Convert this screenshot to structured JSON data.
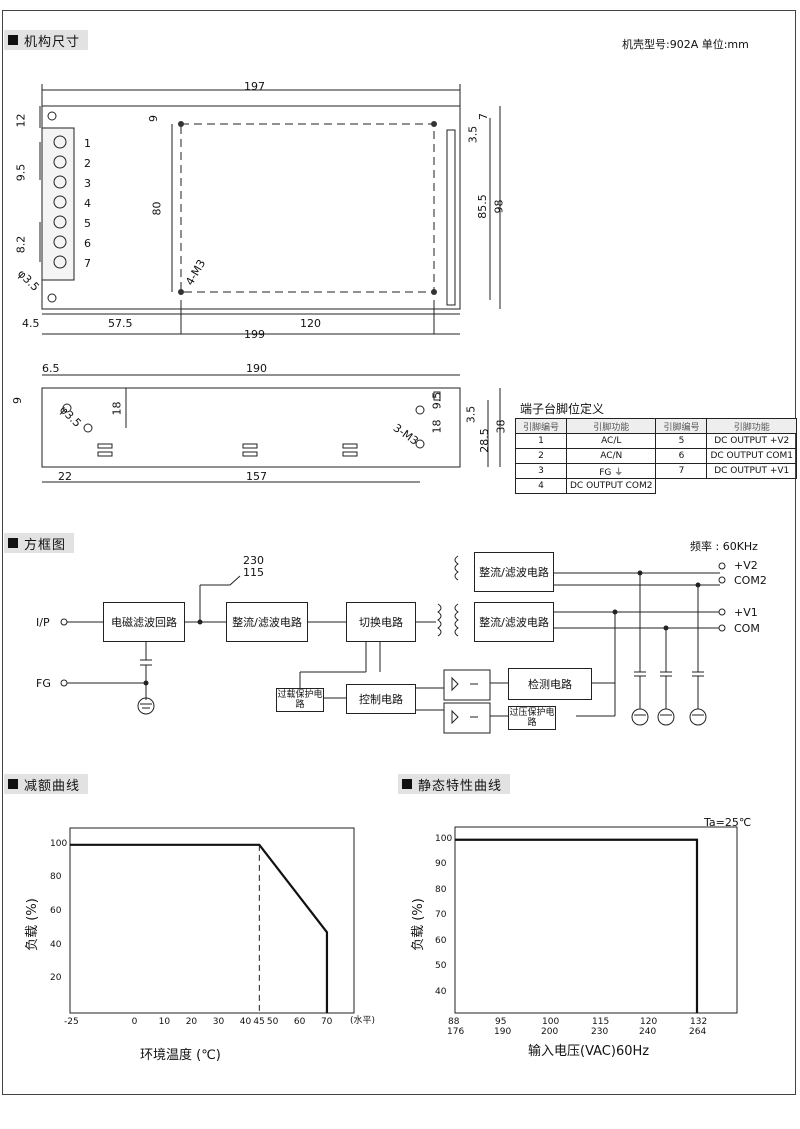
{
  "sections": {
    "mechanical": "机构尺寸",
    "block_diagram": "方框图",
    "derating": "减额曲线",
    "static": "静态特性曲线"
  },
  "case_info": "机壳型号:902A 单位:mm",
  "dims_top": {
    "width_197": "197",
    "left_12": "12",
    "top_9": "9",
    "pitch_9_5": "9.5",
    "h_80": "80",
    "pitch_8_2": "8.2",
    "hole_3_5": "φ3.5",
    "screw_4m3": "4-M3",
    "pins": [
      "1",
      "2",
      "3",
      "4",
      "5",
      "6",
      "7"
    ],
    "r_7": "7",
    "r_3_5": "3.5",
    "r_85_5": "85.5",
    "r_98": "98",
    "b_4_5": "4.5",
    "b_57_5": "57.5",
    "b_120": "120",
    "b_199": "199"
  },
  "dims_side": {
    "w_190": "190",
    "s_6_5": "6.5",
    "s_9": "9",
    "s_18": "18",
    "hole": "φ3.5",
    "screw": "3-M3",
    "r_9_5": "9.5",
    "r_18": "18",
    "r_3_5": "3.5",
    "r_28_5": "28.5",
    "r_38": "38",
    "b_22": "22",
    "b_157": "157"
  },
  "pin_table": {
    "title": "端子台脚位定义",
    "headers": [
      "引脚编号",
      "引脚功能",
      "引脚编号",
      "引脚功能"
    ],
    "rows": [
      [
        "1",
        "AC/L",
        "5",
        "DC OUTPUT +V2"
      ],
      [
        "2",
        "AC/N",
        "6",
        "DC OUTPUT COM1"
      ],
      [
        "3",
        "FG ⏚",
        "7",
        "DC OUTPUT +V1"
      ],
      [
        "4",
        "DC OUTPUT COM2",
        "",
        ""
      ]
    ]
  },
  "block": {
    "freq": "频率 : 60KHz",
    "ip": "I/P",
    "fg": "FG",
    "v230": "230",
    "v115": "115",
    "emi": "电磁滤波回路",
    "rect1": "整流/滤波电路",
    "switch": "切换电路",
    "rect_top": "整流/滤波电路",
    "rect_mid": "整流/滤波电路",
    "v2": "+V2",
    "com2": "COM2",
    "v1": "+V1",
    "com": "COM",
    "ovp": "过载保护电路",
    "ctrl": "控制电路",
    "detect": "检测电路",
    "ovlt": "过压保护电路"
  },
  "chart_data": [
    {
      "type": "line",
      "xlabel": "环境温度 (℃)",
      "ylabel": "负载 (%)",
      "x_unit_note": "(水平)",
      "xticks": [
        "-25",
        "0",
        "10",
        "20",
        "30",
        "40",
        "45",
        "50",
        "60",
        "70"
      ],
      "yticks": [
        "20",
        "40",
        "60",
        "80",
        "100"
      ],
      "x": [
        -25,
        45,
        70,
        70
      ],
      "y": [
        100,
        100,
        48,
        0
      ],
      "xlim": [
        -25,
        80
      ],
      "ylim": [
        0,
        110
      ],
      "dashed_marker_x": 45
    },
    {
      "type": "line",
      "xlabel": "输入电压(VAC)60Hz",
      "ylabel": "负载 (%)",
      "annotation": "Ta=25℃",
      "xticks_top": [
        "88",
        "95",
        "100",
        "115",
        "120",
        "132"
      ],
      "xticks_bottom": [
        "176",
        "190",
        "200",
        "230",
        "240",
        "264"
      ],
      "yticks": [
        "40",
        "50",
        "60",
        "70",
        "80",
        "90",
        "100"
      ],
      "x": [
        88,
        132,
        132
      ],
      "y": [
        100,
        100,
        32
      ],
      "ylim": [
        32,
        105
      ]
    }
  ]
}
